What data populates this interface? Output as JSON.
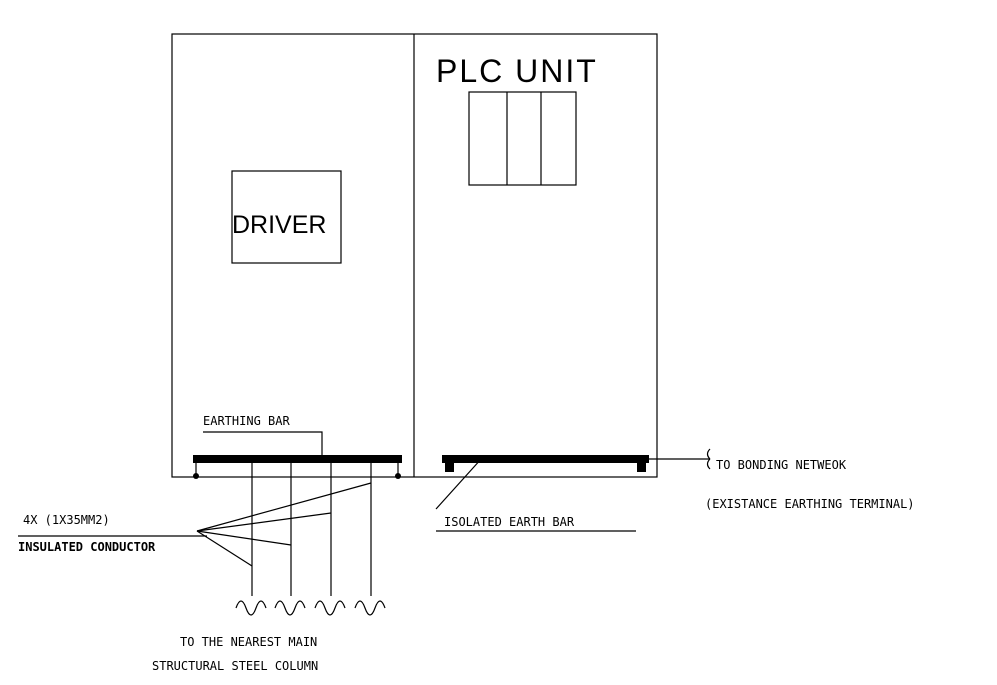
{
  "labels": {
    "plc_unit": "PLC UNIT",
    "driver": "DRIVER",
    "earthing_bar": "EARTHING BAR",
    "to_bonding": "TO BONDING NETWEOK",
    "existance": "(EXISTANCE EARTHING TERMINAL)",
    "isolated_bar": "ISOLATED EARTH BAR",
    "conductor_count": "4X (1X35MM2)",
    "insulated_conductor": "INSULATED CONDUCTOR",
    "nearest_main": "TO THE NEAREST MAIN",
    "structural_column": "STRUCTURAL STEEL COLUMN"
  },
  "colors": {
    "line": "#000000",
    "background": "#ffffff"
  }
}
